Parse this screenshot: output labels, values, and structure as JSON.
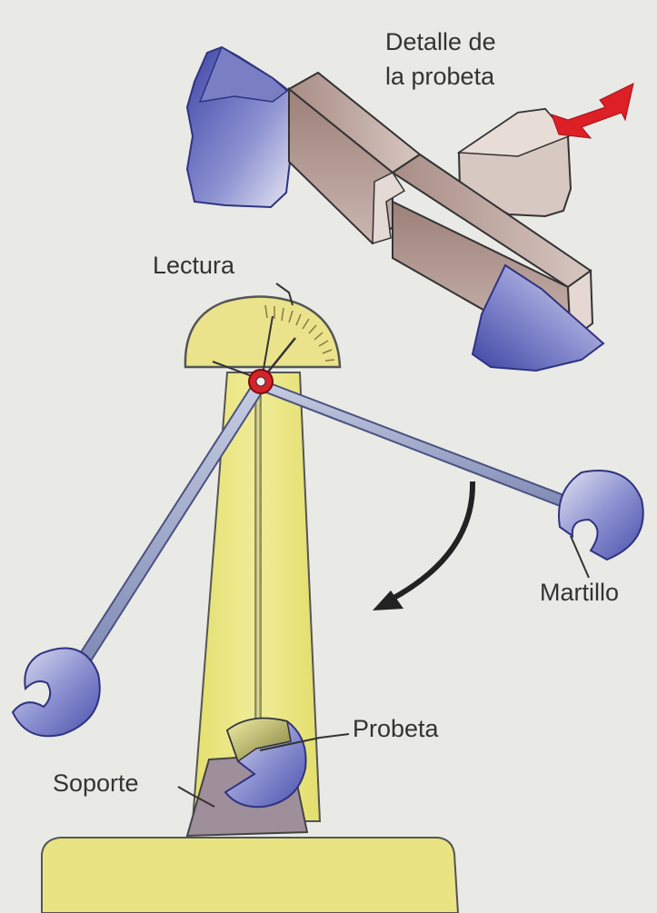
{
  "labels": {
    "detail_line1": "Detalle de",
    "detail_line2": "la probeta",
    "reading": "Lectura",
    "hammer": "Martillo",
    "specimen": "Probeta",
    "support": "Soporte"
  },
  "colors": {
    "background": "#e9e9e6",
    "machine_body": "#e9e481",
    "specimen_bar": "#b59d96",
    "anvil_blue": "#6d72b8",
    "hammer_blue": "#7b7fc7",
    "pendulum_arm": "#9ea8c9",
    "pivot": "#d4232b",
    "arrow_red": "#dd1f26",
    "support_block": "#9e8f9b"
  }
}
